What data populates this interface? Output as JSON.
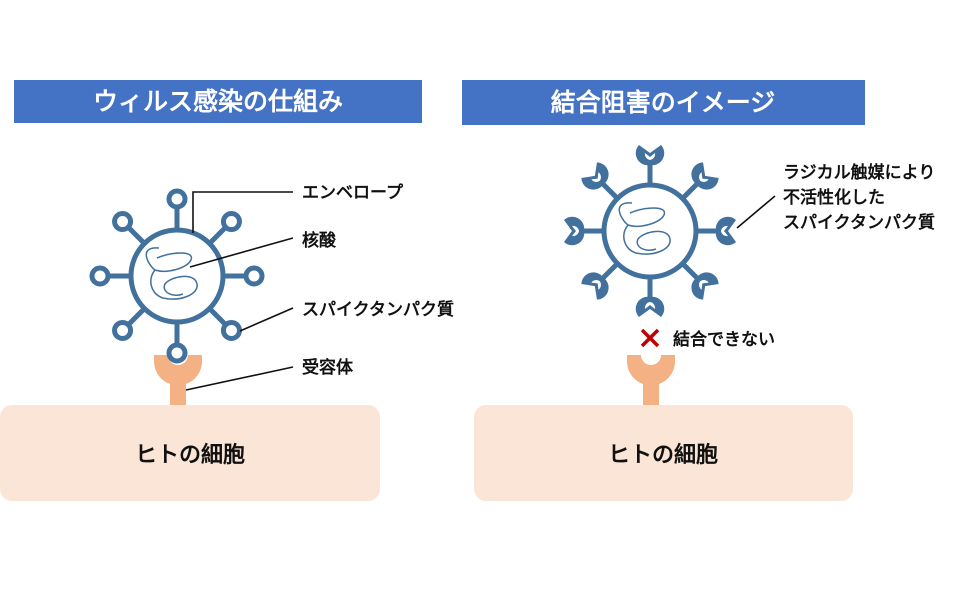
{
  "left_panel": {
    "title": "ウィルス感染の仕組み",
    "labels": {
      "envelope": "エンベロープ",
      "nucleic_acid": "核酸",
      "spike_protein": "スパイクタンパク質",
      "receptor": "受容体"
    },
    "cell": "ヒトの細胞"
  },
  "right_panel": {
    "title": "結合阻害のイメージ",
    "spike_label_lines": [
      "ラジカル触媒により",
      "不活性化した",
      "スパイクタンパク質"
    ],
    "blocked_label": "結合できない",
    "cell": "ヒトの細胞"
  },
  "colors": {
    "banner": "#4472C4",
    "virus": "#41719C",
    "receptor": "#F4B183",
    "cell": "#FBE5D6",
    "cross": "#C00000"
  }
}
